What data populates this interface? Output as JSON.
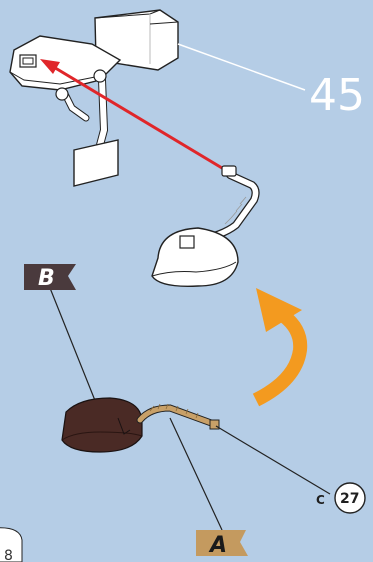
{
  "diagram": {
    "step_number": "45",
    "flag_b": "B",
    "flag_a": "A",
    "callout_letter": "C",
    "callout_number": "27",
    "page_corner": "8"
  },
  "colors": {
    "background": "#b5cde6",
    "arrow_red": "#e0262a",
    "curved_arrow": "#f39a1f",
    "flag_dark": "#4a3a3d",
    "flag_tan": "#c49a5f",
    "part_brown": "#4a2a25",
    "wire_tan": "#c8a068"
  },
  "icons": {
    "assembly": "boat-assembly-illustration",
    "component": "white-base-part",
    "brown_part": "brown-cap-with-wire"
  }
}
